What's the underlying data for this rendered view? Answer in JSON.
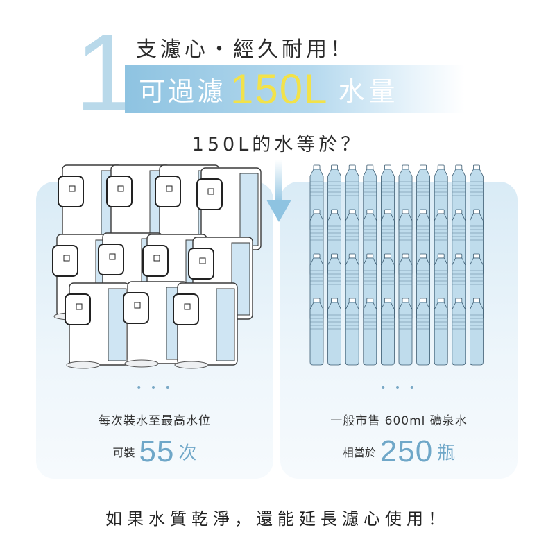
{
  "headline": {
    "number": "1",
    "top_line": "支濾心・經久耐用！",
    "banner_prefix": "可過濾",
    "banner_amount": "150L",
    "banner_suffix": "水量"
  },
  "subhead": "150L的水等於？",
  "left_panel": {
    "dots": "• • •",
    "caption": "每次裝水至最高水位",
    "stat_prefix": "可裝",
    "stat_value": "55",
    "stat_unit": "次"
  },
  "right_panel": {
    "dots": "• • •",
    "caption": "一般市售 600ml 礦泉水",
    "stat_prefix": "相當於",
    "stat_value": "250",
    "stat_unit": "瓶"
  },
  "footer": "如果水質乾淨，還能延長濾心使用！",
  "colors": {
    "accent_blue": "#6fa7c8",
    "banner_blue": "#8ec3e1",
    "highlight_yellow": "#f2e24a",
    "panel_blue": "#d9ebf6"
  },
  "icons": [
    "down-arrow-icon",
    "water-dispenser-icon",
    "water-bottle-icon"
  ]
}
